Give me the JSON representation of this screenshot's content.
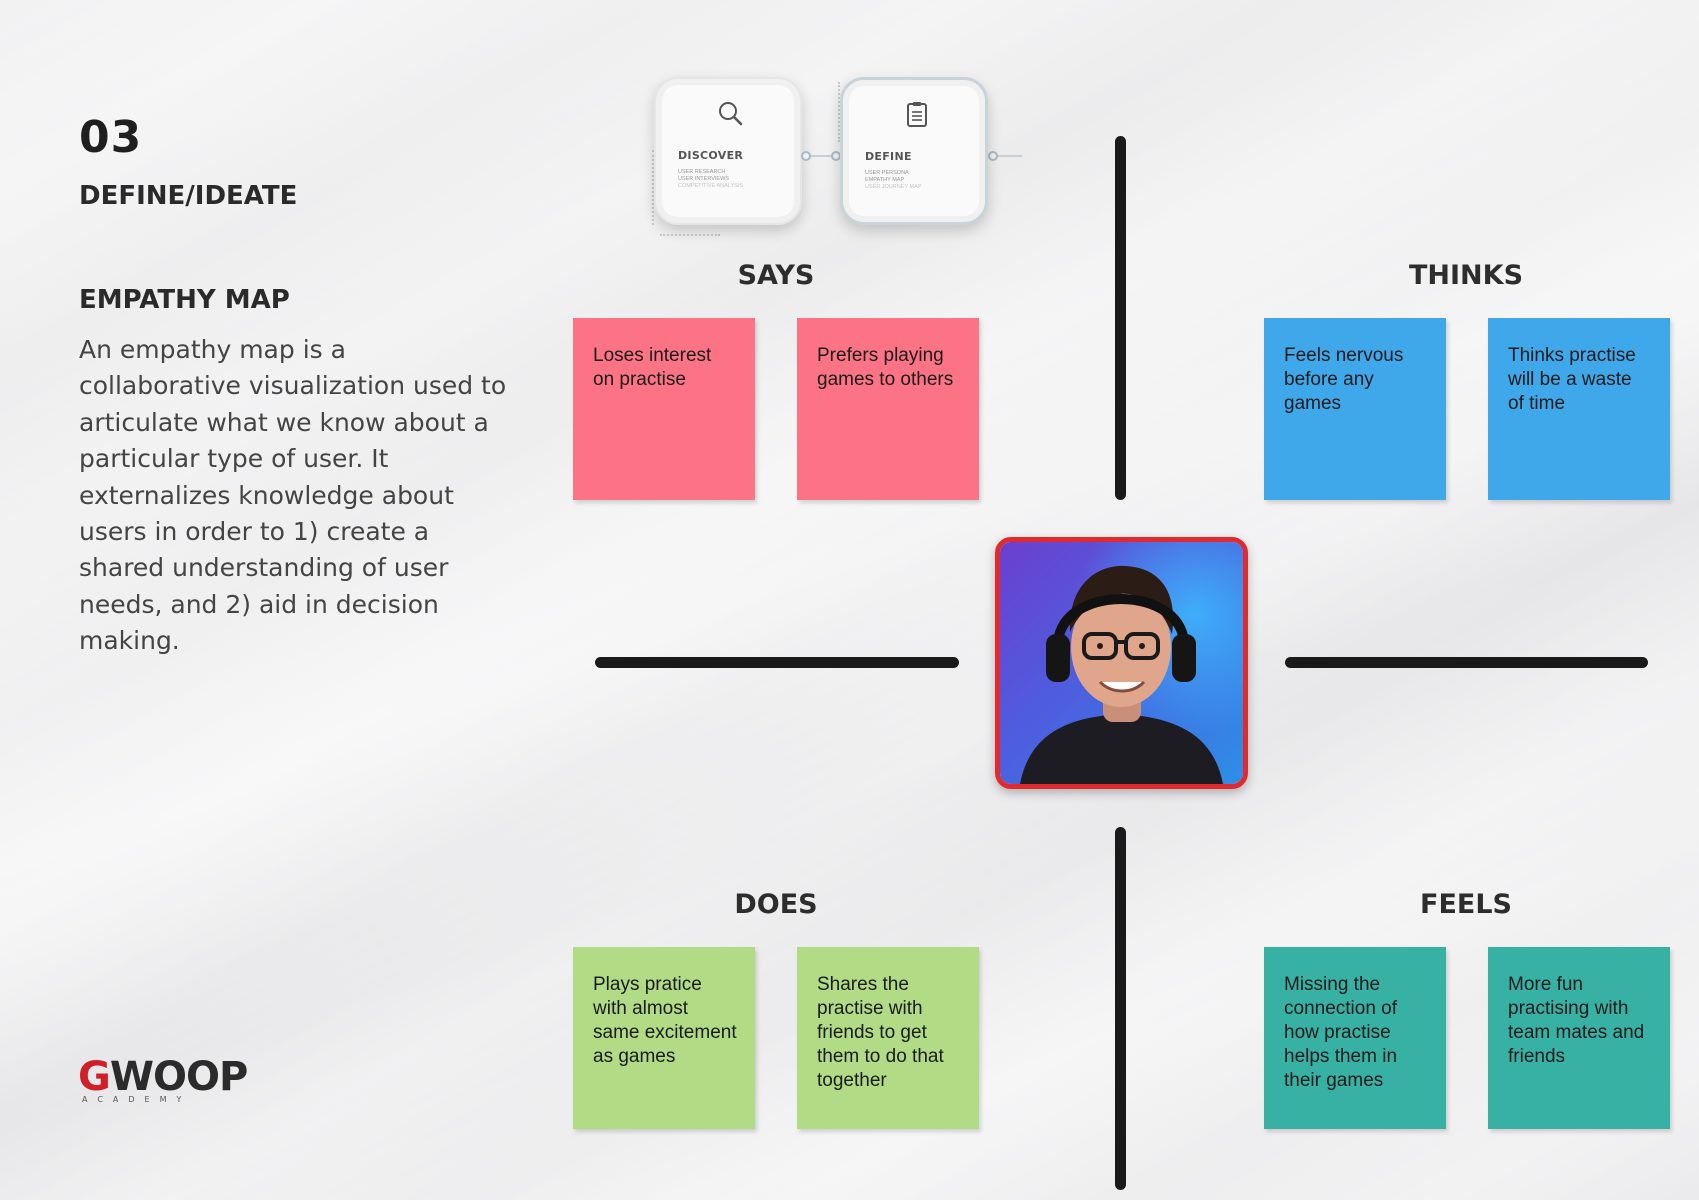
{
  "header": {
    "number": "03",
    "section": "DEFINE/IDEATE"
  },
  "empathy": {
    "title": "EMPATHY MAP",
    "description": "An empathy map is a collaborative visualization used to articulate what we know about a particular type of user. It externalizes knowledge about users in order to 1) create a shared understanding of user needs, and 2) aid in decision making."
  },
  "process": {
    "steps": [
      {
        "title": "DISCOVER",
        "icon": "magnifier-icon",
        "lines": [
          "USER RESEARCH",
          "USER INTERVIEWS",
          "COMPETITIVE ANALYSIS"
        ]
      },
      {
        "title": "DEFINE",
        "icon": "clipboard-icon",
        "lines": [
          "USER PERSONA",
          "EMPATHY MAP",
          "USER JOURNEY MAP"
        ]
      }
    ]
  },
  "quadrants": {
    "says": {
      "title": "SAYS",
      "color": "#fd7386",
      "notes": [
        "Loses interest on practise",
        "Prefers playing games to others"
      ]
    },
    "thinks": {
      "title": "THINKS",
      "color": "#3ea8ea",
      "notes": [
        "Feels nervous before any games",
        "Thinks practise will be a waste of time"
      ]
    },
    "does": {
      "title": "DOES",
      "color": "#b2db86",
      "notes": [
        "Plays pratice with almost same excitement as games",
        "Shares the practise with friends to get them to do that together"
      ]
    },
    "feels": {
      "title": "FEELS",
      "color": "#38b1a5",
      "notes": [
        "Missing the connection of how practise helps them in their games",
        "More fun practising with team mates and friends"
      ]
    }
  },
  "persona": {
    "border_color": "#e02a2e"
  },
  "logo": {
    "main": "GWOOP",
    "sub": "ACADEMY",
    "accent": "#d11f2a"
  }
}
